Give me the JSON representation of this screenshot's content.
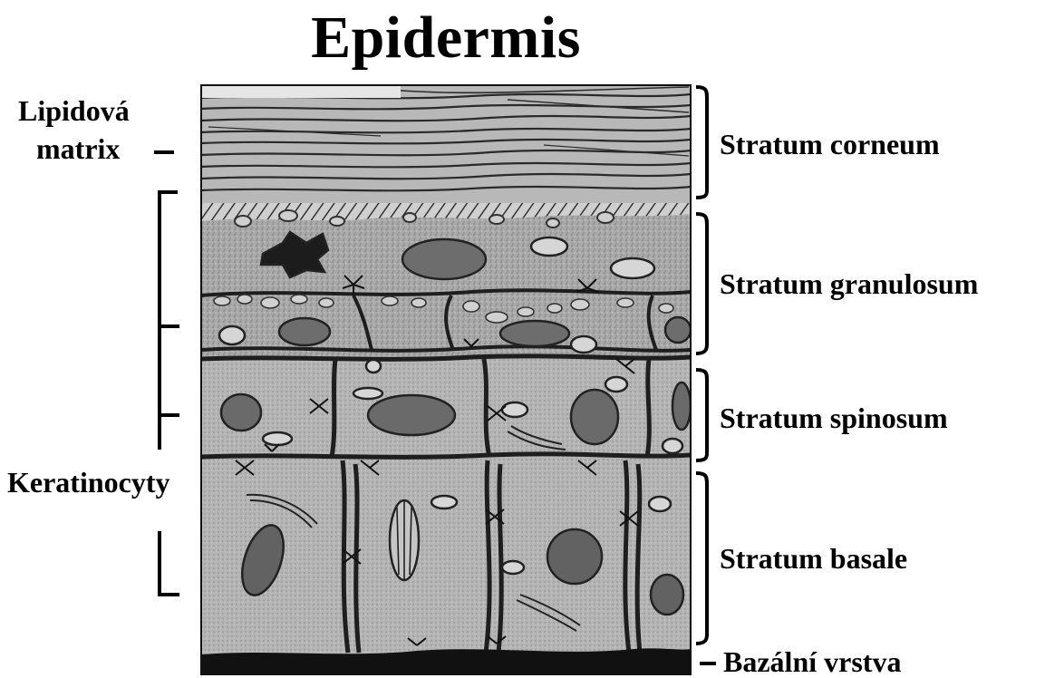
{
  "title": "Epidermis",
  "left_labels": {
    "lipid_line1": "Lipidová",
    "lipid_line2": "matrix",
    "keratinocytes": "Keratinocyty"
  },
  "layers": {
    "corneum": "Stratum corneum",
    "granulosum": "Stratum granulosum",
    "spinosum": "Stratum spinosum",
    "basale": "Stratum basale",
    "basal_membrane": "Bazální vrstva"
  }
}
